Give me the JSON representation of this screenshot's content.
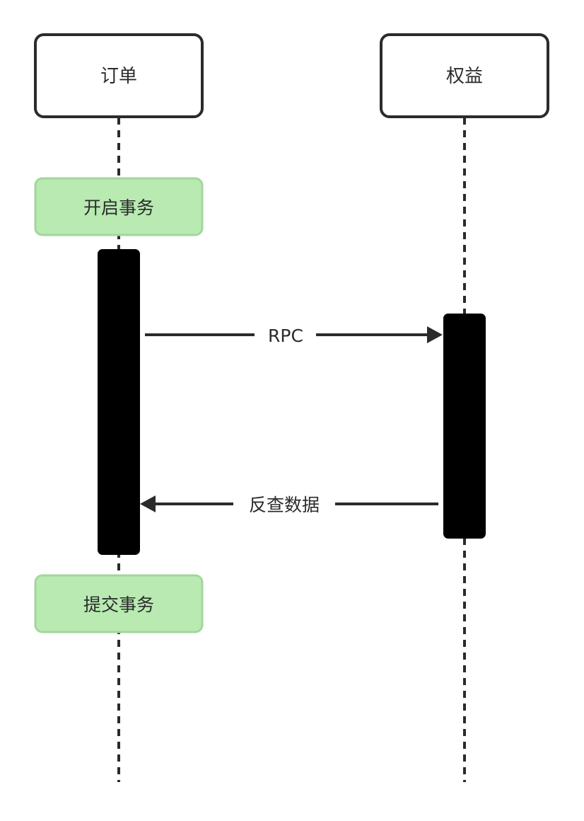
{
  "diagram": {
    "type": "sequence",
    "participants": [
      {
        "id": "order",
        "label": "订单"
      },
      {
        "id": "benefit",
        "label": "权益"
      }
    ],
    "notes": [
      {
        "participant": "order",
        "label": "开启事务"
      },
      {
        "participant": "order",
        "label": "提交事务"
      }
    ],
    "messages": [
      {
        "from": "order",
        "to": "benefit",
        "label": "RPC"
      },
      {
        "from": "benefit",
        "to": "order",
        "label": "反查数据"
      }
    ],
    "colors": {
      "stroke": "#2b2b2b",
      "participant_fill": "#ffffff",
      "note_fill": "#b8eab2",
      "note_stroke": "#a3d69d",
      "activation_fill": "#000000"
    }
  }
}
